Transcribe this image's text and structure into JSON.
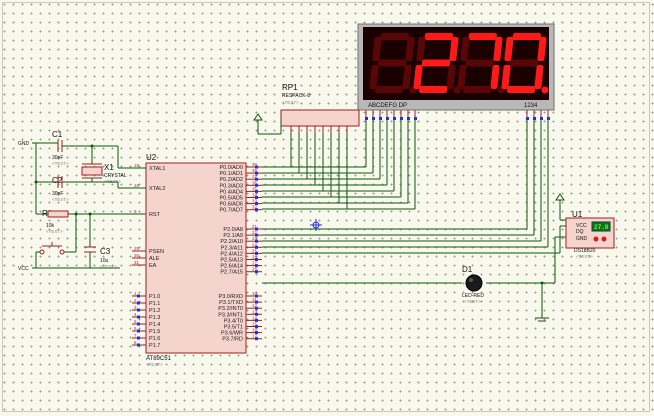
{
  "display": {
    "ref": "",
    "digits": [
      {
        "char": " ",
        "segments": ""
      },
      {
        "char": "2",
        "segments": "abged"
      },
      {
        "char": "7",
        "segments": "abc"
      },
      {
        "char": "0",
        "segments": "abcdef",
        "dp": true
      }
    ],
    "pins_label": "ABCDEFG  DP",
    "digit_pins_label": "1234",
    "value_text": "27.0"
  },
  "rp1": {
    "ref": "RP1",
    "value": "RESPACK-8",
    "text": "<TEXT>"
  },
  "c1": {
    "ref": "C1",
    "value": "30pF",
    "text": "<TEXT>"
  },
  "c2": {
    "ref": "C2",
    "value": "30pF",
    "text": "<TEXT>"
  },
  "c3": {
    "ref": "C3",
    "value": "10u",
    "text": "<TEXT>"
  },
  "x1": {
    "ref": "X1",
    "value": "CRYSTAL",
    "text": "<TEXT>"
  },
  "r1": {
    "ref": "R1",
    "value": "10k",
    "text": "<TEXT>"
  },
  "d1": {
    "ref": "D1",
    "value": "LED-RED",
    "text": "<TEXT>"
  },
  "u1": {
    "ref": "U1",
    "value": "DS18B20",
    "text": "<TEXT>",
    "pins": [
      "VCC",
      "DQ",
      "GND"
    ],
    "reading": "27.0"
  },
  "u2": {
    "ref": "U2",
    "value": "AT89C51",
    "text": "<TEXT>",
    "left_pins": [
      "XTAL1",
      "XTAL2",
      "RST",
      "PSEN",
      "ALE",
      "EA",
      "P1.0",
      "P1.1",
      "P1.2",
      "P1.3",
      "P1.4",
      "P1.5",
      "P1.6",
      "P1.7"
    ],
    "left_nums": [
      "19",
      "18",
      "9",
      "29",
      "30",
      "31",
      "1",
      "2",
      "3",
      "4",
      "5",
      "6",
      "7",
      "8"
    ],
    "right_pins_p0": [
      "P0.0/AD0",
      "P0.1/AD1",
      "P0.2/AD2",
      "P0.3/AD3",
      "P0.4/AD4",
      "P0.5/AD5",
      "P0.6/AD6",
      "P0.7/AD7"
    ],
    "right_nums_p0": [
      "39",
      "38",
      "37",
      "36",
      "35",
      "34",
      "33",
      "32"
    ],
    "right_pins_p2": [
      "P2.0/A8",
      "P2.1/A9",
      "P2.2/A10",
      "P2.3/A11",
      "P2.4/A12",
      "P2.5/A13",
      "P2.6/A14",
      "P2.7/A15"
    ],
    "right_nums_p2": [
      "21",
      "22",
      "23",
      "24",
      "25",
      "26",
      "27",
      "28"
    ],
    "right_pins_p3": [
      "P3.0/RXD",
      "P3.1/TXD",
      "P3.2/INT0",
      "P3.3/INT1",
      "P3.4/T0",
      "P3.5/T1",
      "P3.6/WR",
      "P3.7/RD"
    ],
    "right_nums_p3": [
      "10",
      "11",
      "12",
      "13",
      "14",
      "15",
      "16",
      "17"
    ]
  },
  "terminals": {
    "gnd": "GND",
    "vcc": "VCC"
  },
  "colors": {
    "segment_on": "#ff1a1a",
    "segment_off": "#5a0606",
    "wire": "#0a5a0a",
    "component": "#a02020",
    "pin_marker": "#2233dd"
  },
  "icons": [
    "crosshair-icon",
    "ground-icon",
    "power-icon"
  ]
}
